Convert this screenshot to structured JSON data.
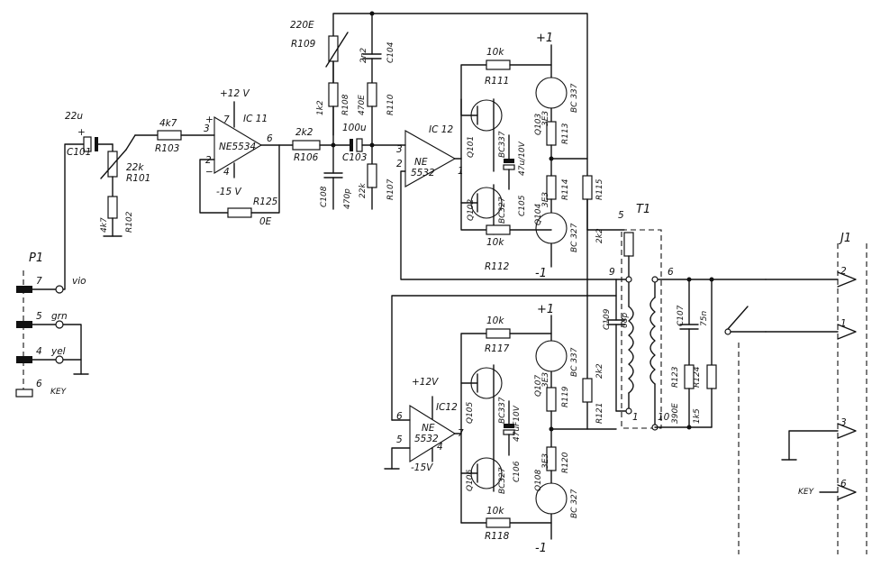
{
  "labels": {
    "c101": "C101",
    "c101_val": "22u",
    "r103": "R103",
    "r103_val": "4k7",
    "r101": "R101",
    "r101_val": "22k",
    "r102": "R102",
    "r102_val": "4k7",
    "ic11": "IC 11",
    "ic11_part": "NE5534",
    "ic11_p3": "3",
    "ic11_p2": "2",
    "ic11_p6": "6",
    "ic11_p7": "7",
    "ic11_p4": "4",
    "plus12_a": "+12 V",
    "minus15_a": "-15 V",
    "r125": "R125",
    "r125_val": "0E",
    "r106": "R106",
    "r106_val": "2k2",
    "r109": "R109",
    "r109_val": "220E",
    "r108": "R108",
    "r108_val": "1k2",
    "r110": "R110",
    "r110_val": "470E",
    "c104": "C104",
    "c104_val": "2n2",
    "c103": "C103",
    "c103_val": "100u",
    "c108": "C108",
    "c108_val": "470p",
    "r107": "R107",
    "r107_val": "22k",
    "ic12a": "IC 12",
    "ic12a_part": "NE",
    "ic12a_part2": "5532",
    "ic12a_p3": "3",
    "ic12a_p2": "2",
    "ic12a_p1": "1",
    "r111": "R111",
    "r111_val": "10k",
    "q101": "Q101",
    "q101_part": "BC337",
    "q102": "Q102",
    "q102_part": "BC327",
    "q103": "Q103",
    "q103_val": "3E3",
    "q103_part": "BC 337",
    "q104": "Q104",
    "q104_val": "3E3",
    "q104_part": "BC 327",
    "c105": "C105",
    "c105_val": "47u/10V",
    "r113": "R113",
    "r114": "R114",
    "r115": "R115",
    "r115_val": "2k2",
    "r112": "R112",
    "r112_val": "10k",
    "plus1_a": "+1",
    "minus1_a": "-1",
    "t1": "T1",
    "t1_p5": "5",
    "t1_p9": "9",
    "t1_p6": "6",
    "t1_p1": "1",
    "t1_p10": "10",
    "c109": "C109",
    "c109_val": "68p",
    "c107": "C107",
    "c107_val": "75n",
    "r123": "R123",
    "r123_val": "390E",
    "r124": "R124",
    "r124_val": "1k5",
    "r117": "R117",
    "r117_val": "10k",
    "q105": "Q105",
    "q105_part": "BC337",
    "q106": "Q106",
    "q106_part": "BC327",
    "q107": "Q107",
    "q107_val": "3E3",
    "q107_part": "BC 337",
    "q108": "Q108",
    "q108_val": "3E3",
    "q108_part": "BC 327",
    "c106": "C106",
    "c106_val": "47uF10V",
    "r119": "R119",
    "r120": "R120",
    "r121": "R121",
    "r121_val": "2k2",
    "r118": "R118",
    "r118_val": "10k",
    "ic12b": "IC12",
    "ic12b_part": "NE",
    "ic12b_part2": "5532",
    "ic12b_p6": "6",
    "ic12b_p5": "5",
    "ic12b_p7": "7",
    "ic12b_p4": "4",
    "plus12_b": "+12V",
    "minus15_b": "-15V",
    "plus1_b": "+1",
    "minus1_b": "-1",
    "p1": "P1",
    "p1_7": "7",
    "p1_5": "5",
    "p1_4": "4",
    "p1_6": "6",
    "vio": "vio",
    "grn": "grn",
    "yel": "yel",
    "key_p1": "KEY",
    "j1": "J1",
    "j1_2": "2",
    "j1_1": "1",
    "j1_3": "3",
    "j1_6": "6",
    "key_j1": "KEY"
  }
}
